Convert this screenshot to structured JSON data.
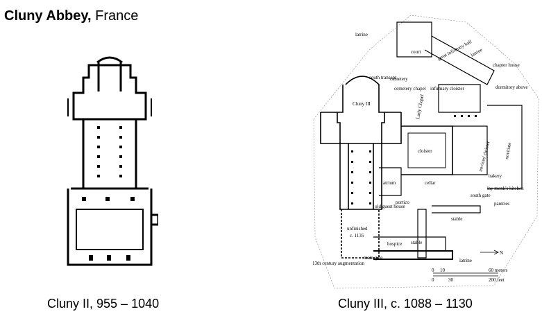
{
  "slide": {
    "title_bold": "Cluny Abbey,",
    "title_rest": " France"
  },
  "left_plan": {
    "caption": "Cluny II, 955 – 1040"
  },
  "right_plan": {
    "caption": "Cluny III, c. 1088 – 1130",
    "labels": {
      "latrine_top": "latrine",
      "court": "court",
      "great_infirmary_hall": "great infirmary hall",
      "latrine_right": "latrine",
      "chapter_house": "chapter house",
      "dormitory_above": "dormitory above",
      "south_transept": "south transept",
      "cemetery": "cemetery",
      "cemetery_chapel": "cemetery chapel",
      "infirmary_cloister": "infirmary cloister",
      "lady_chapel": "Lady Chapel",
      "cluny_iii": "Cluny III",
      "cloister": "cloister",
      "novices_cloister": "novices' cloister",
      "novitiate": "novitiate",
      "atrium": "atrium",
      "cellar": "cellar",
      "bakery": "bakery",
      "lay_monks_kitchen": "lay monk's kitchen",
      "portico": "portico",
      "old_guest_house": "old guest house",
      "south_gate": "south gate",
      "pantries": "pantries",
      "stable": "stable",
      "unfinished": "unfinished",
      "date_1135": "c. 1135",
      "hospice": "hospice",
      "stable2": "stable",
      "main_gate": "main gate",
      "thirteenth_century": "13th century augmentation",
      "north": "N",
      "latrine_bottom": "latrine",
      "scale_0": "0",
      "scale_10": "10",
      "scale_60m": "60 meters",
      "scale_0b": "0",
      "scale_30": "30",
      "scale_200ft": "200 feet"
    }
  }
}
